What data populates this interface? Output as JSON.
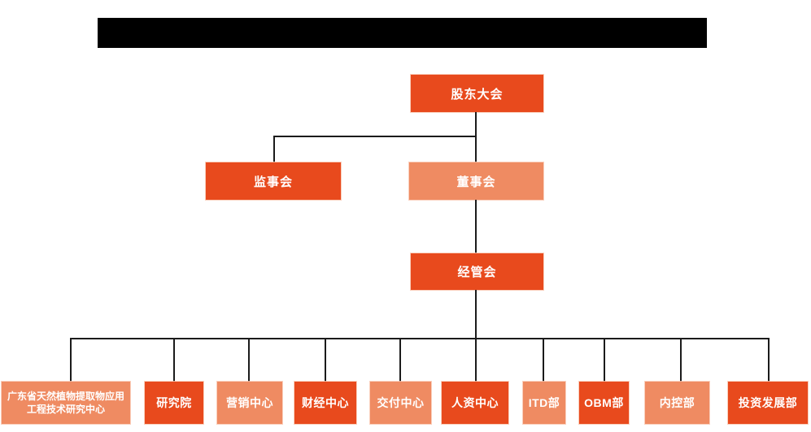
{
  "palette": {
    "primary": "#e84a1d",
    "secondary": "#ef8b62",
    "line": "#1b1b1b",
    "redaction": "#000000",
    "text": "#ffffff"
  },
  "org_chart": {
    "title": "",
    "title_redacted": true,
    "root": {
      "label": "股东大会",
      "variant": "primary"
    },
    "level2": [
      {
        "id": "supervisory-board",
        "label": "监事会",
        "variant": "primary"
      },
      {
        "id": "board-of-directors",
        "label": "董事会",
        "variant": "secondary"
      }
    ],
    "level3": {
      "label": "经管会",
      "variant": "primary"
    },
    "departments": [
      {
        "label": "广东省天然植物提取物应用工程技术研究中心",
        "variant": "secondary"
      },
      {
        "label": "研究院",
        "variant": "primary"
      },
      {
        "label": "营销中心",
        "variant": "secondary"
      },
      {
        "label": "财经中心",
        "variant": "primary"
      },
      {
        "label": "交付中心",
        "variant": "secondary"
      },
      {
        "label": "人资中心",
        "variant": "primary"
      },
      {
        "label": "ITD部",
        "variant": "secondary"
      },
      {
        "label": "OBM部",
        "variant": "primary"
      },
      {
        "label": "内控部",
        "variant": "secondary"
      },
      {
        "label": "投资发展部",
        "variant": "primary"
      }
    ]
  }
}
